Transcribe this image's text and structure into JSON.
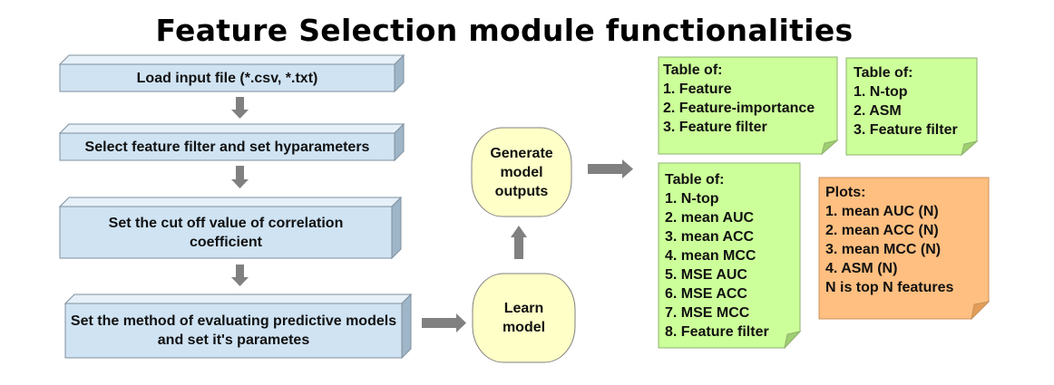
{
  "title": "Feature Selection module functionalities",
  "steps": [
    "Load input file (*.csv, *.txt)",
    "Select feature filter and set hyparameters",
    "Set the cut off value of correlation coefficient",
    "Set the method of evaluating predictive models and set it's parametes"
  ],
  "learn_model": "Learn model",
  "generate_outputs": "Generate model outputs",
  "notes": {
    "feature_table": {
      "heading": "Table of:",
      "items": [
        "1. Feature",
        "2. Feature-importance",
        "3. Feature filter"
      ]
    },
    "ntop_table": {
      "heading": "Table of:",
      "items": [
        "1. N-top",
        "2. ASM",
        "3. Feature filter"
      ]
    },
    "metrics_table": {
      "heading": "Table of:",
      "items": [
        "1. N-top",
        "2. mean AUC",
        "3. mean ACC",
        "4. mean MCC",
        "5. MSE AUC",
        "6. MSE ACC",
        "7. MSE MCC",
        "8. Feature filter"
      ]
    },
    "plots": {
      "heading": "Plots:",
      "items": [
        "1. mean AUC (N)",
        "2. mean ACC (N)",
        "3. mean MCC (N)",
        "4.  ASM (N)",
        "N is top N features"
      ]
    }
  },
  "colors": {
    "box_face": "#cfe3f3",
    "box_side": "#9fb6c9",
    "box_top": "#e6f0f8",
    "node_fill": "#ffffc8",
    "arrow": "#808080",
    "note_green": "#ccff99",
    "note_orange": "#ffbf80"
  }
}
